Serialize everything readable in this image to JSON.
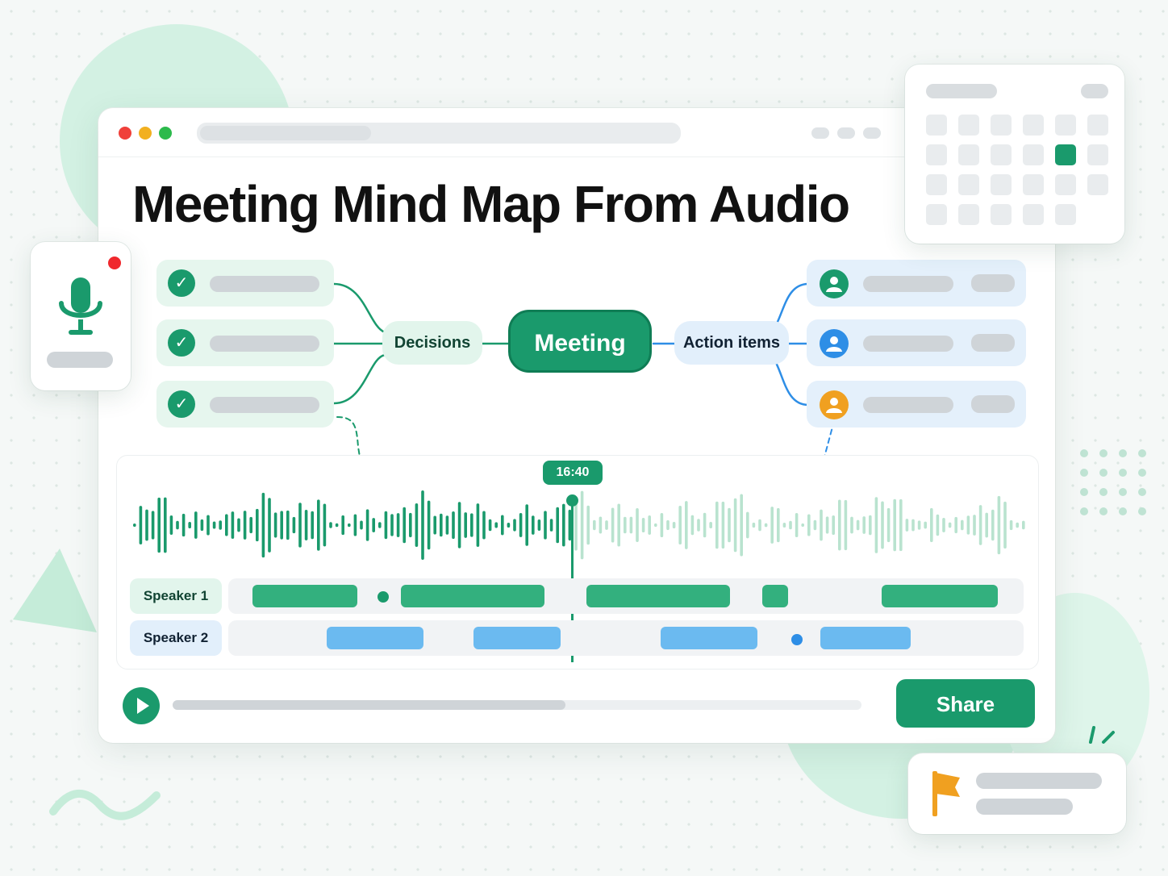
{
  "header": {
    "title": "Meeting Mind Map From Audio"
  },
  "mind_map": {
    "center": "Meeting",
    "left_branch": "Decisions",
    "right_branch": "Action items",
    "decision_count": 3,
    "action_item_colors": [
      "#1a9a6c",
      "#2e8ee6",
      "#f0a020"
    ]
  },
  "timeline": {
    "playhead_time": "16:40",
    "speakers": [
      {
        "label": "Speaker 1",
        "color": "#33b07e"
      },
      {
        "label": "Speaker 2",
        "color": "#6bbaf0"
      }
    ],
    "progress": 0.57
  },
  "actions": {
    "share_label": "Share"
  },
  "colors": {
    "accent_green": "#1a9a6c",
    "accent_blue": "#2e8ee6",
    "recording_red": "#f0282d",
    "flag_orange": "#f0a020"
  }
}
